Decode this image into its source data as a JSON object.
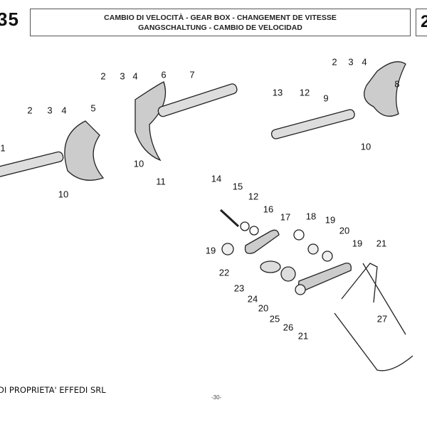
{
  "header": {
    "table_number": "35",
    "title_line1": "CAMBIO DI VELOCITÀ - GEAR BOX - CHANGEMENT DE VITESSE",
    "title_line2": "GANGSCHALTUNG - CAMBIO DE VELOCIDAD",
    "right_box": "2"
  },
  "callouts": [
    "1",
    "2",
    "3",
    "4",
    "5",
    "2",
    "3",
    "4",
    "6",
    "7",
    "2",
    "3",
    "4",
    "8",
    "13",
    "12",
    "9",
    "10",
    "10",
    "11",
    "10",
    "14",
    "15",
    "12",
    "16",
    "17",
    "18",
    "19",
    "20",
    "21",
    "19",
    "19",
    "22",
    "23",
    "24",
    "20",
    "25",
    "26",
    "27",
    "21"
  ],
  "footer": {
    "copyright": "DI PROPRIETA' EFFEDI SRL",
    "page": "-30-"
  }
}
